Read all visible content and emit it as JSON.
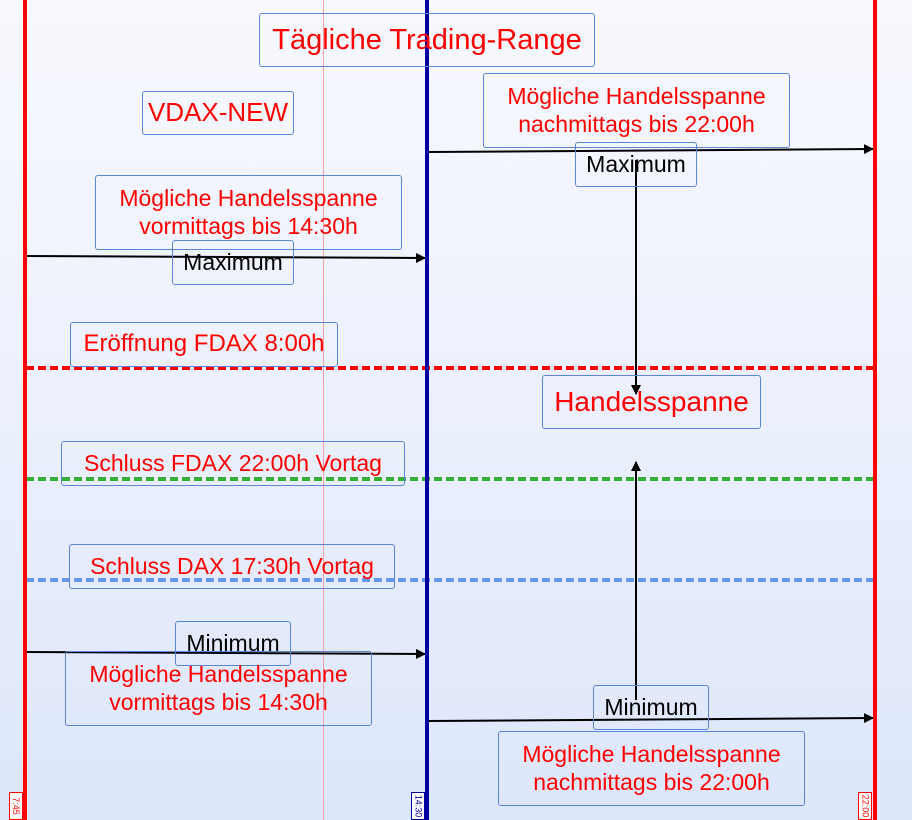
{
  "diagram": {
    "title": "Tägliche Trading-Range",
    "index_label": "VDAX-NEW",
    "center_label": "Handelsspanne",
    "colors": {
      "session_boundary": "#ff0000",
      "midday_boundary": "#0000a0",
      "open_line": "#ff0000",
      "fdax_close_line": "#33b033",
      "dax_close_line": "#6699ee",
      "text": "#ff0000",
      "box_border": "#5b86d6"
    },
    "time_markers": {
      "start": "7:45",
      "midday": "14:30",
      "end": "22:00"
    },
    "levels": {
      "open": "Eröffnung FDAX 8:00h",
      "fdax_close": "Schluss FDAX 22:00h Vortag",
      "dax_close": "Schluss DAX 17:30h Vortag"
    },
    "morning": {
      "range_label": "Mögliche Handelsspanne\nvormittags bis 14:30h",
      "max_label": "Maximum",
      "min_label": "Minimum",
      "range_label_bottom": "Mögliche Handelsspanne\nvormittags bis 14:30h"
    },
    "afternoon": {
      "range_label": "Mögliche Handelsspanne\nnachmittags bis 22:00h",
      "max_label": "Maximum",
      "min_label": "Minimum",
      "range_label_bottom": "Mögliche Handelsspanne\nnachmittags bis 22:00h"
    }
  }
}
